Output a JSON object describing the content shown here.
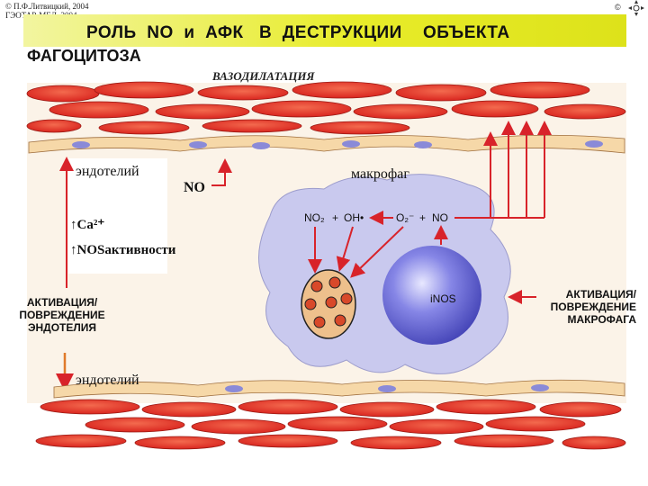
{
  "header": {
    "copyright_line1": "© П.Ф.Литвицкий, 2004",
    "copyright_line2": "ГЭОТАР-МЕД, 2004",
    "copy_symbol": "©",
    "title": "РОЛЬ  NO  и  АФК   В  ДЕСТРУКЦИИ    ОБЪЕКТА",
    "subtitle": "ФАГОЦИТОЗА"
  },
  "diagram": {
    "vasodilation_label": "ВАЗОДИЛАТАЦИЯ",
    "endothelium_top": "эндотелий",
    "no_left": "NO",
    "macrophage_label": "макрофаг",
    "ca_label": "↑Ca²⁺",
    "nos_activity_label": "↑NOSактивности",
    "reaction_no2": "NO₂",
    "reaction_plus1": "+",
    "reaction_oh": "OH•",
    "reaction_o2": "O₂⁻",
    "reaction_plus2": "+",
    "reaction_no": "NO",
    "inos_label": "iNOS",
    "endothelium_activation": [
      "АКТИВАЦИЯ/",
      "ПОВРЕЖДЕНИЕ",
      "ЭНДОТЕЛИЯ"
    ],
    "macrophage_activation": [
      "АКТИВАЦИЯ/",
      "ПОВРЕЖДЕНИЕ",
      "МАКРОФАГА"
    ],
    "endothelium_bottom": "эндотелий"
  },
  "colors": {
    "title_band": "#e8ec2a",
    "smooth_muscle": "#e8342a",
    "endothelial_cell": "#f6d8a8",
    "arrow": "#d8232a",
    "macrophage": "#c9c9ee",
    "nucleus": "#6a6ad8",
    "phagosome": "#e8a070"
  }
}
